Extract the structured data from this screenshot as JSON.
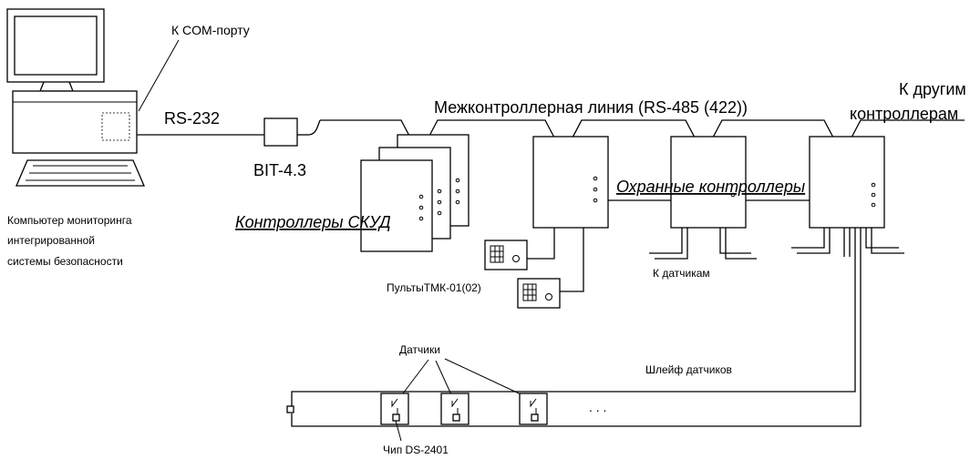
{
  "labels": {
    "com_port": "К COM-порту",
    "rs232": "RS-232",
    "bit": "BIT-4.3",
    "interline": "Межконтроллерная линия (RS-485 (422))",
    "other_controllers_1": "К другим",
    "other_controllers_2": "контроллерам",
    "pc_caption_1": "Компьютер мониторинга",
    "pc_caption_2": "интегрированной",
    "pc_caption_3": "системы безопасности",
    "skud_controllers": "Контроллеры СКУД",
    "security_controllers": "Охранные контроллеры",
    "consoles": "ПультыТМК-01(02)",
    "to_sensors": "К датчикам",
    "sensors": "Датчики",
    "sensor_loop": "Шлейф датчиков",
    "ellipsis": ". . .",
    "chip": "Чип DS-2401"
  },
  "icons": [
    "computer-monitor-icon",
    "keypad-icon"
  ]
}
